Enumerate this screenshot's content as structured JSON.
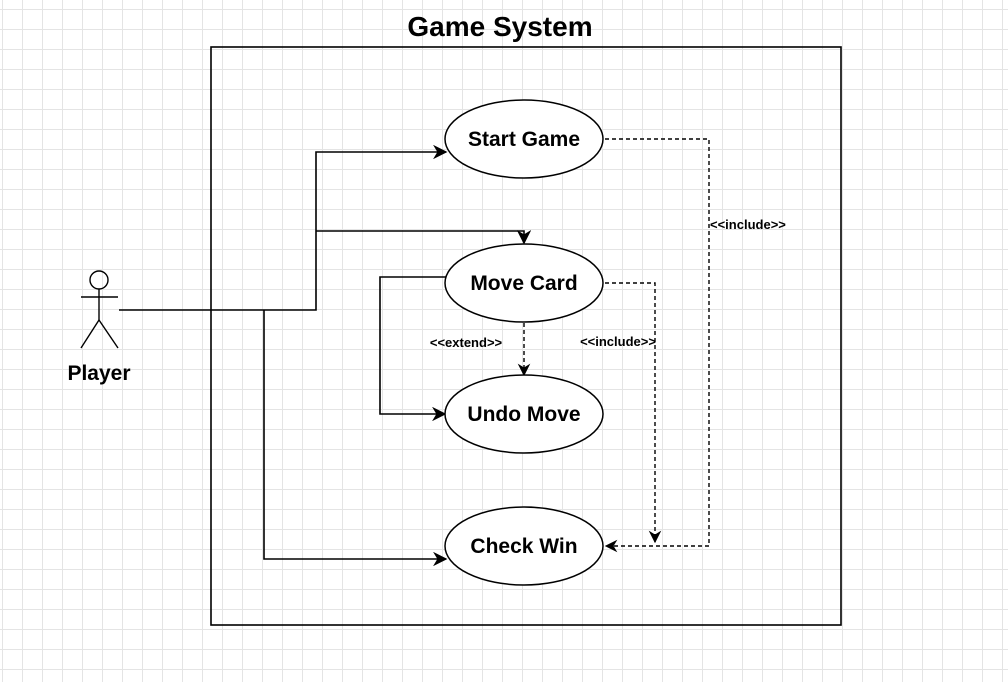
{
  "diagram": {
    "title": "Game System",
    "actor": {
      "label": "Player",
      "icon": "stick-figure-icon"
    },
    "use_cases": {
      "start_game": "Start Game",
      "move_card": "Move Card",
      "undo_move": "Undo Move",
      "check_win": "Check Win"
    },
    "relations": {
      "include_start": "<<include>>",
      "extend_undo": "<<extend>>",
      "include_move": "<<include>>"
    },
    "colors": {
      "stroke": "#000000",
      "background": "#ffffff",
      "grid": "#e4e4e4"
    }
  }
}
